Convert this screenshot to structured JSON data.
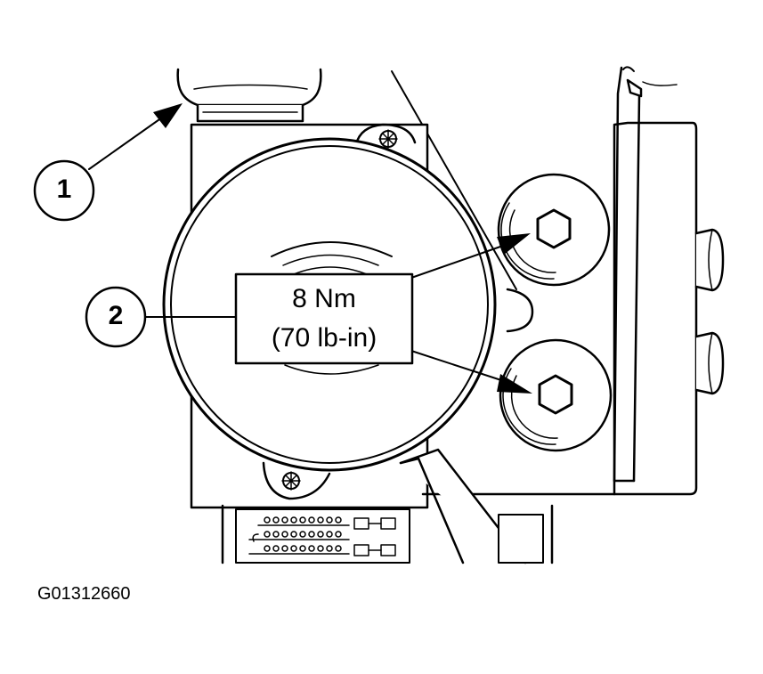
{
  "diagram": {
    "callouts": [
      {
        "number": "1"
      },
      {
        "number": "2"
      }
    ],
    "torque_label": {
      "metric": "8 Nm",
      "imperial": "(70 lb-in)"
    },
    "figure_id": "G01312660",
    "colors": {
      "ink": "#000000",
      "paper": "#ffffff"
    }
  }
}
